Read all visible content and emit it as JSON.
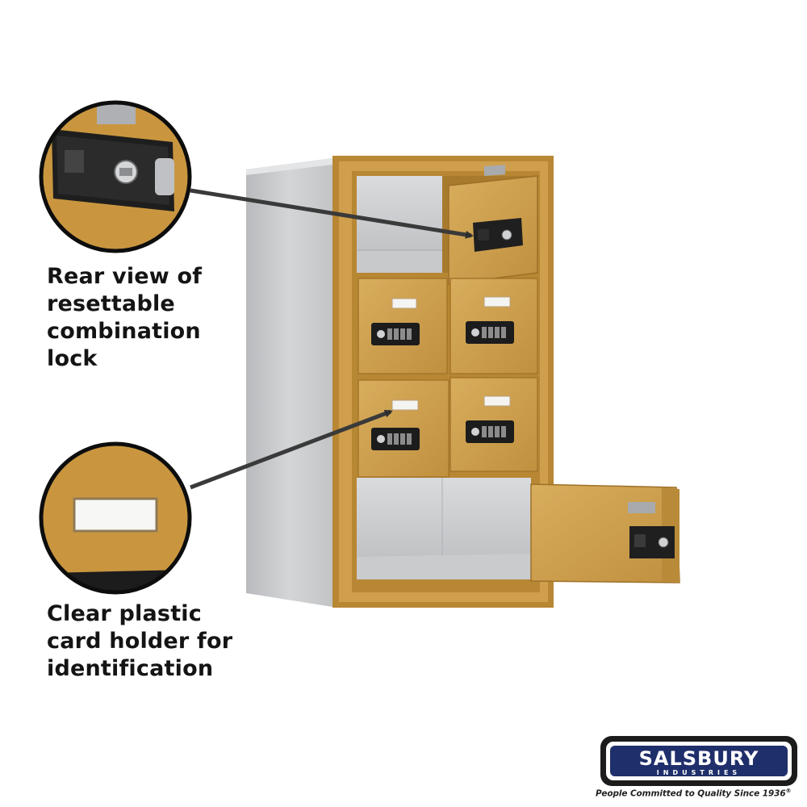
{
  "callouts": {
    "lock": {
      "lines": [
        "Rear view of",
        "resettable",
        "combination",
        "lock"
      ]
    },
    "card": {
      "lines": [
        "Clear plastic",
        "card holder for",
        "identification"
      ]
    }
  },
  "brand": {
    "name": "SALSBURY",
    "sub": "INDUSTRIES",
    "tagline": "People Committed to Quality Since 1936",
    "tagline_mark": "®"
  },
  "colors": {
    "gold": "#c99a45",
    "gold_dark": "#a9782c",
    "gold_light": "#dcb56a",
    "steel": "#c4c6c8",
    "lock_black": "#1c1c1c",
    "arrow": "#3a3a3a",
    "brand_navy": "#1f2f6b"
  }
}
